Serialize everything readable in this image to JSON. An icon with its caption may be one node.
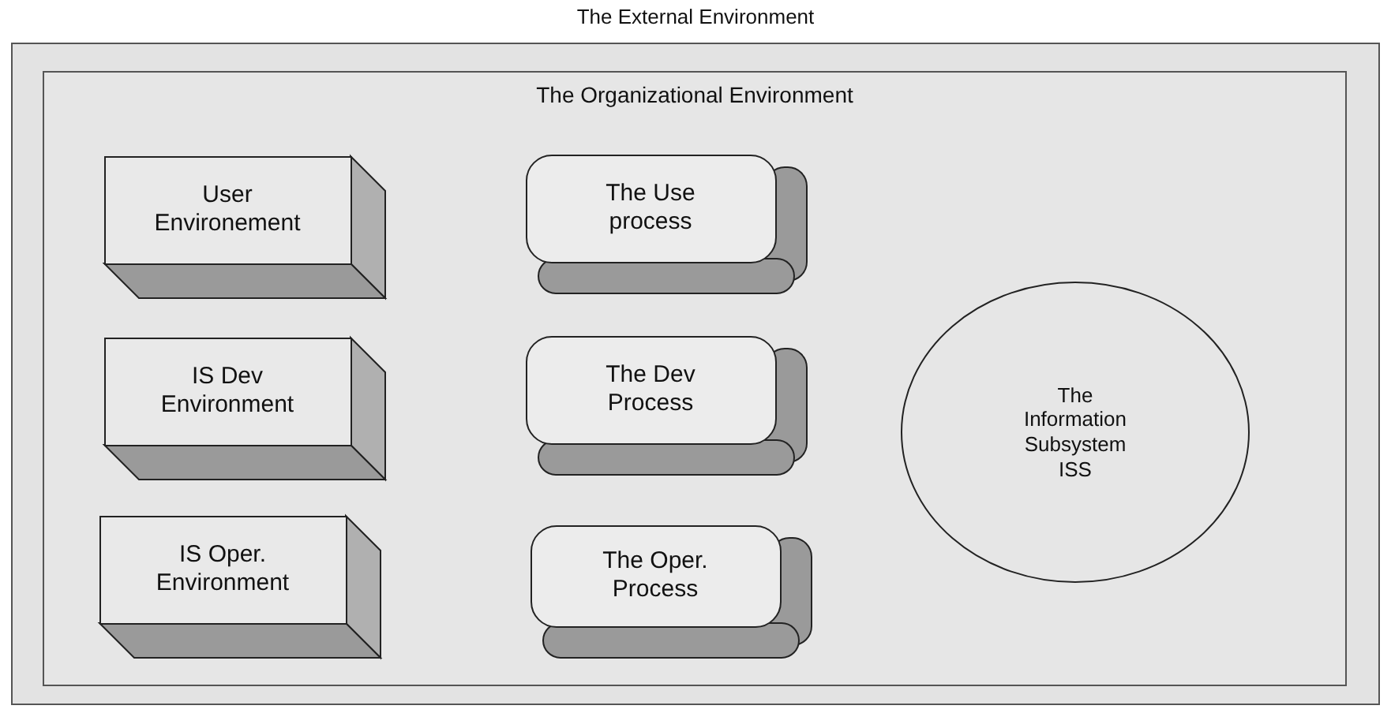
{
  "diagram": {
    "nodes": [
      {
        "text": [
          "The External Environment"
        ]
      },
      {
        "text": [
          "The Organizational Environment"
        ],
        "in": 0
      },
      {
        "text": [
          "User Environement"
        ],
        "in": 1
      },
      {
        "text": [
          "The Use process"
        ],
        "in": 1
      },
      {
        "text": [
          "IS Dev Environment"
        ],
        "in": 1
      },
      {
        "text": [
          "The Dev Process"
        ],
        "in": 1
      },
      {
        "text": [
          "IS Oper. Environment"
        ],
        "in": 1
      },
      {
        "text": [
          "The Oper. Process"
        ],
        "in": 1
      },
      {
        "text": [
          "The Information Subsystem ISS"
        ],
        "in": 1
      }
    ]
  }
}
